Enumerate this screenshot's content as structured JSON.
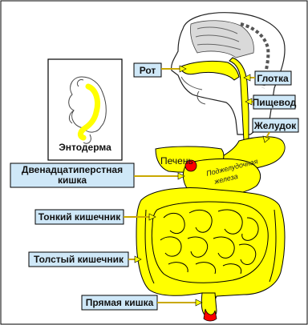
{
  "labels": {
    "embryo": "Энтодерма",
    "mouth": "Рот",
    "pharynx": "Глотка",
    "esophagus": "Пищевод",
    "stomach": "Желудок",
    "liver": "Печень",
    "pancreas_1": "Поджелудочная",
    "pancreas_2": "железа",
    "duodenum_1": "Двенадцатиперстная",
    "duodenum_2": "кишка",
    "small_intestine": "Тонкий кишечник",
    "large_intestine": "Толстый кишечник",
    "rectum": "Прямая кишка"
  },
  "colors": {
    "organ": "#ffff00",
    "label_box": "#cfe8f8",
    "accent_red": "#ff0000",
    "outline": "#000000"
  }
}
